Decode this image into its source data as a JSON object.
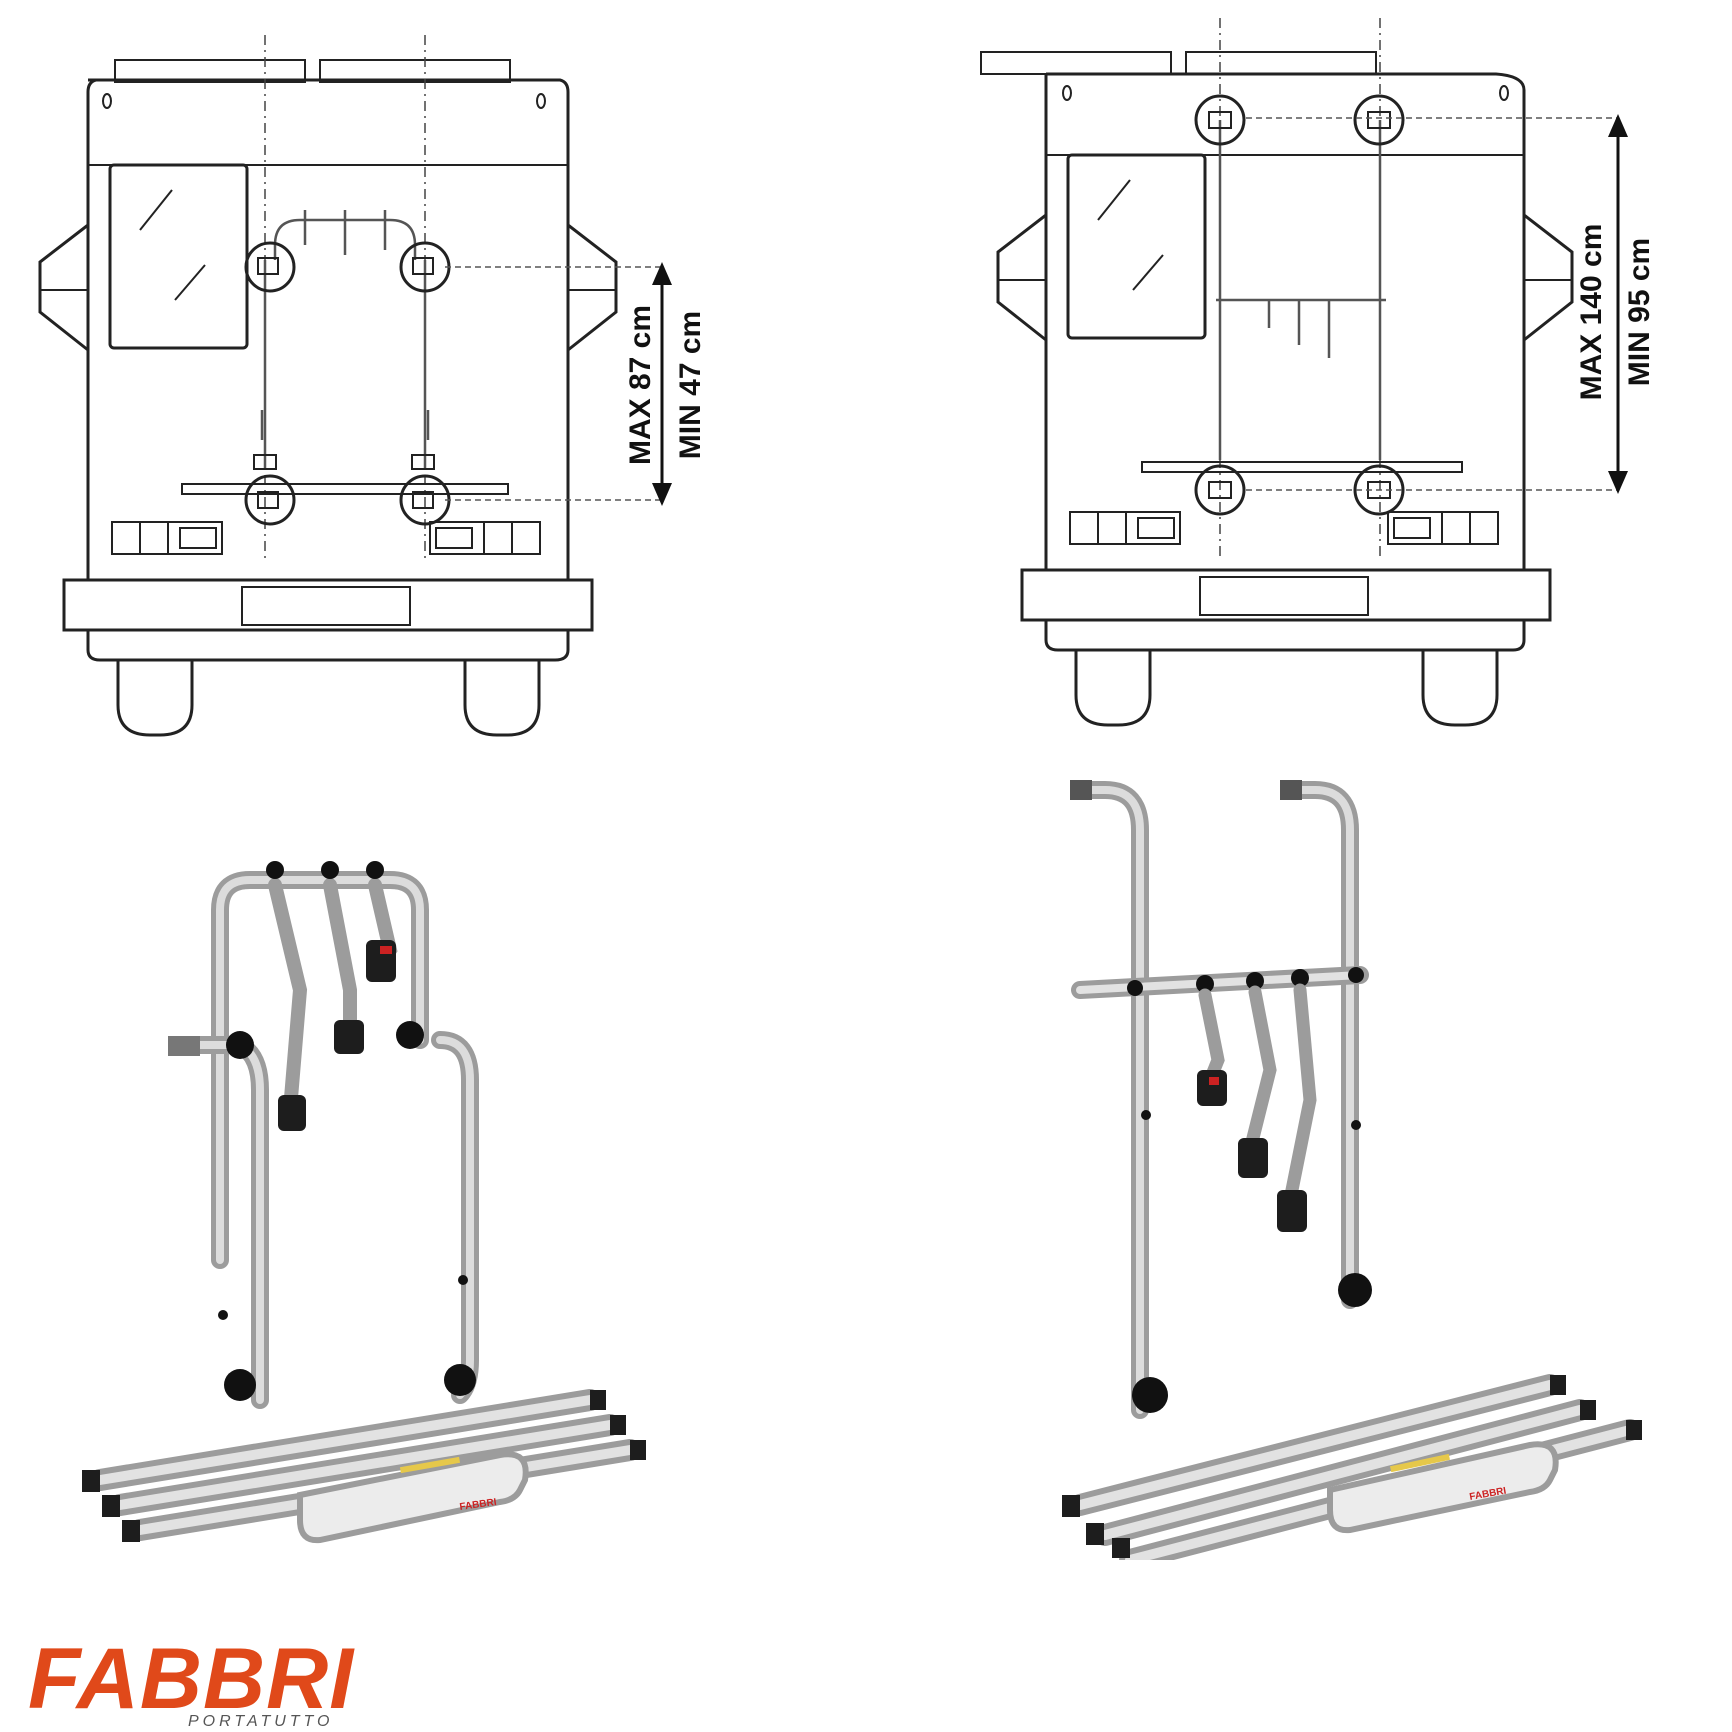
{
  "left_diagram": {
    "max_label": "MAX 87 cm",
    "min_label": "MIN 47 cm"
  },
  "right_diagram": {
    "max_label": "MAX 140 cm",
    "min_label": "MIN 95 cm"
  },
  "product_left": {
    "brand_mark": "FABBRI"
  },
  "product_right": {
    "brand_mark": "FABBRI"
  },
  "logo": {
    "brand": "FABBRI",
    "tagline": "PORTATUTTO",
    "color": "#e0491a"
  }
}
